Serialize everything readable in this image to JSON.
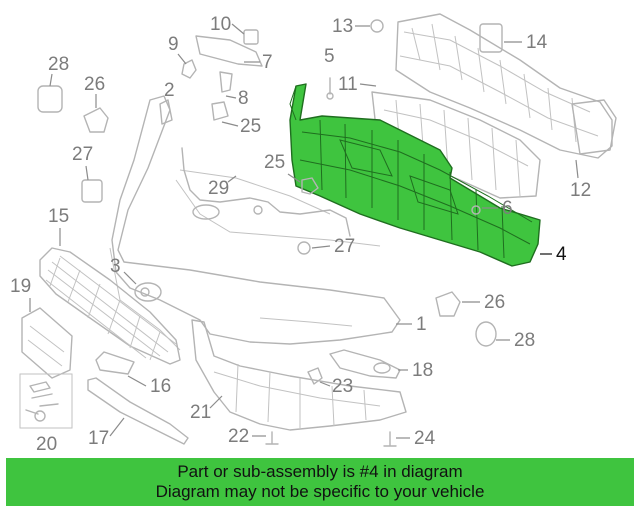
{
  "diagram": {
    "highlighted_part": "4",
    "callouts": {
      "c1": "1",
      "c2": "2",
      "c3": "3",
      "c4": "4",
      "c5": "5",
      "c6": "6",
      "c7": "7",
      "c8": "8",
      "c9": "9",
      "c10": "10",
      "c11": "11",
      "c12": "12",
      "c13": "13",
      "c14": "14",
      "c15": "15",
      "c16": "16",
      "c17": "17",
      "c18": "18",
      "c19": "19",
      "c20": "20",
      "c21": "21",
      "c22": "22",
      "c23": "23",
      "c24": "24",
      "c25a": "25",
      "c25b": "25",
      "c26a": "26",
      "c26b": "26",
      "c27a": "27",
      "c27b": "27",
      "c28a": "28",
      "c28b": "28",
      "c29": "29"
    },
    "colors": {
      "highlight": "#3fc43f",
      "lines": "#b4b4b4",
      "banner": "#3fc43f"
    }
  },
  "banner": {
    "line1": "Part or sub-assembly is #4 in diagram",
    "line2": "Diagram may not be specific to your vehicle"
  }
}
